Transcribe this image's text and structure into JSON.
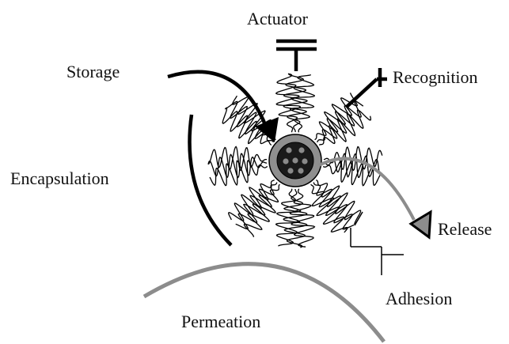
{
  "diagram": {
    "labels": {
      "actuator": "Actuator",
      "storage": "Storage",
      "recognition": "Recognition",
      "encapsulation": "Encapsulation",
      "release": "Release",
      "adhesion": "Adhesion",
      "permeation": "Permeation"
    },
    "colors": {
      "ink": "#111111",
      "gray_line": "#8c8c8c",
      "core_ring": "#8f8f8f",
      "core_fill": "#1a1a1a",
      "core_dots": "#8a8a8a"
    }
  }
}
